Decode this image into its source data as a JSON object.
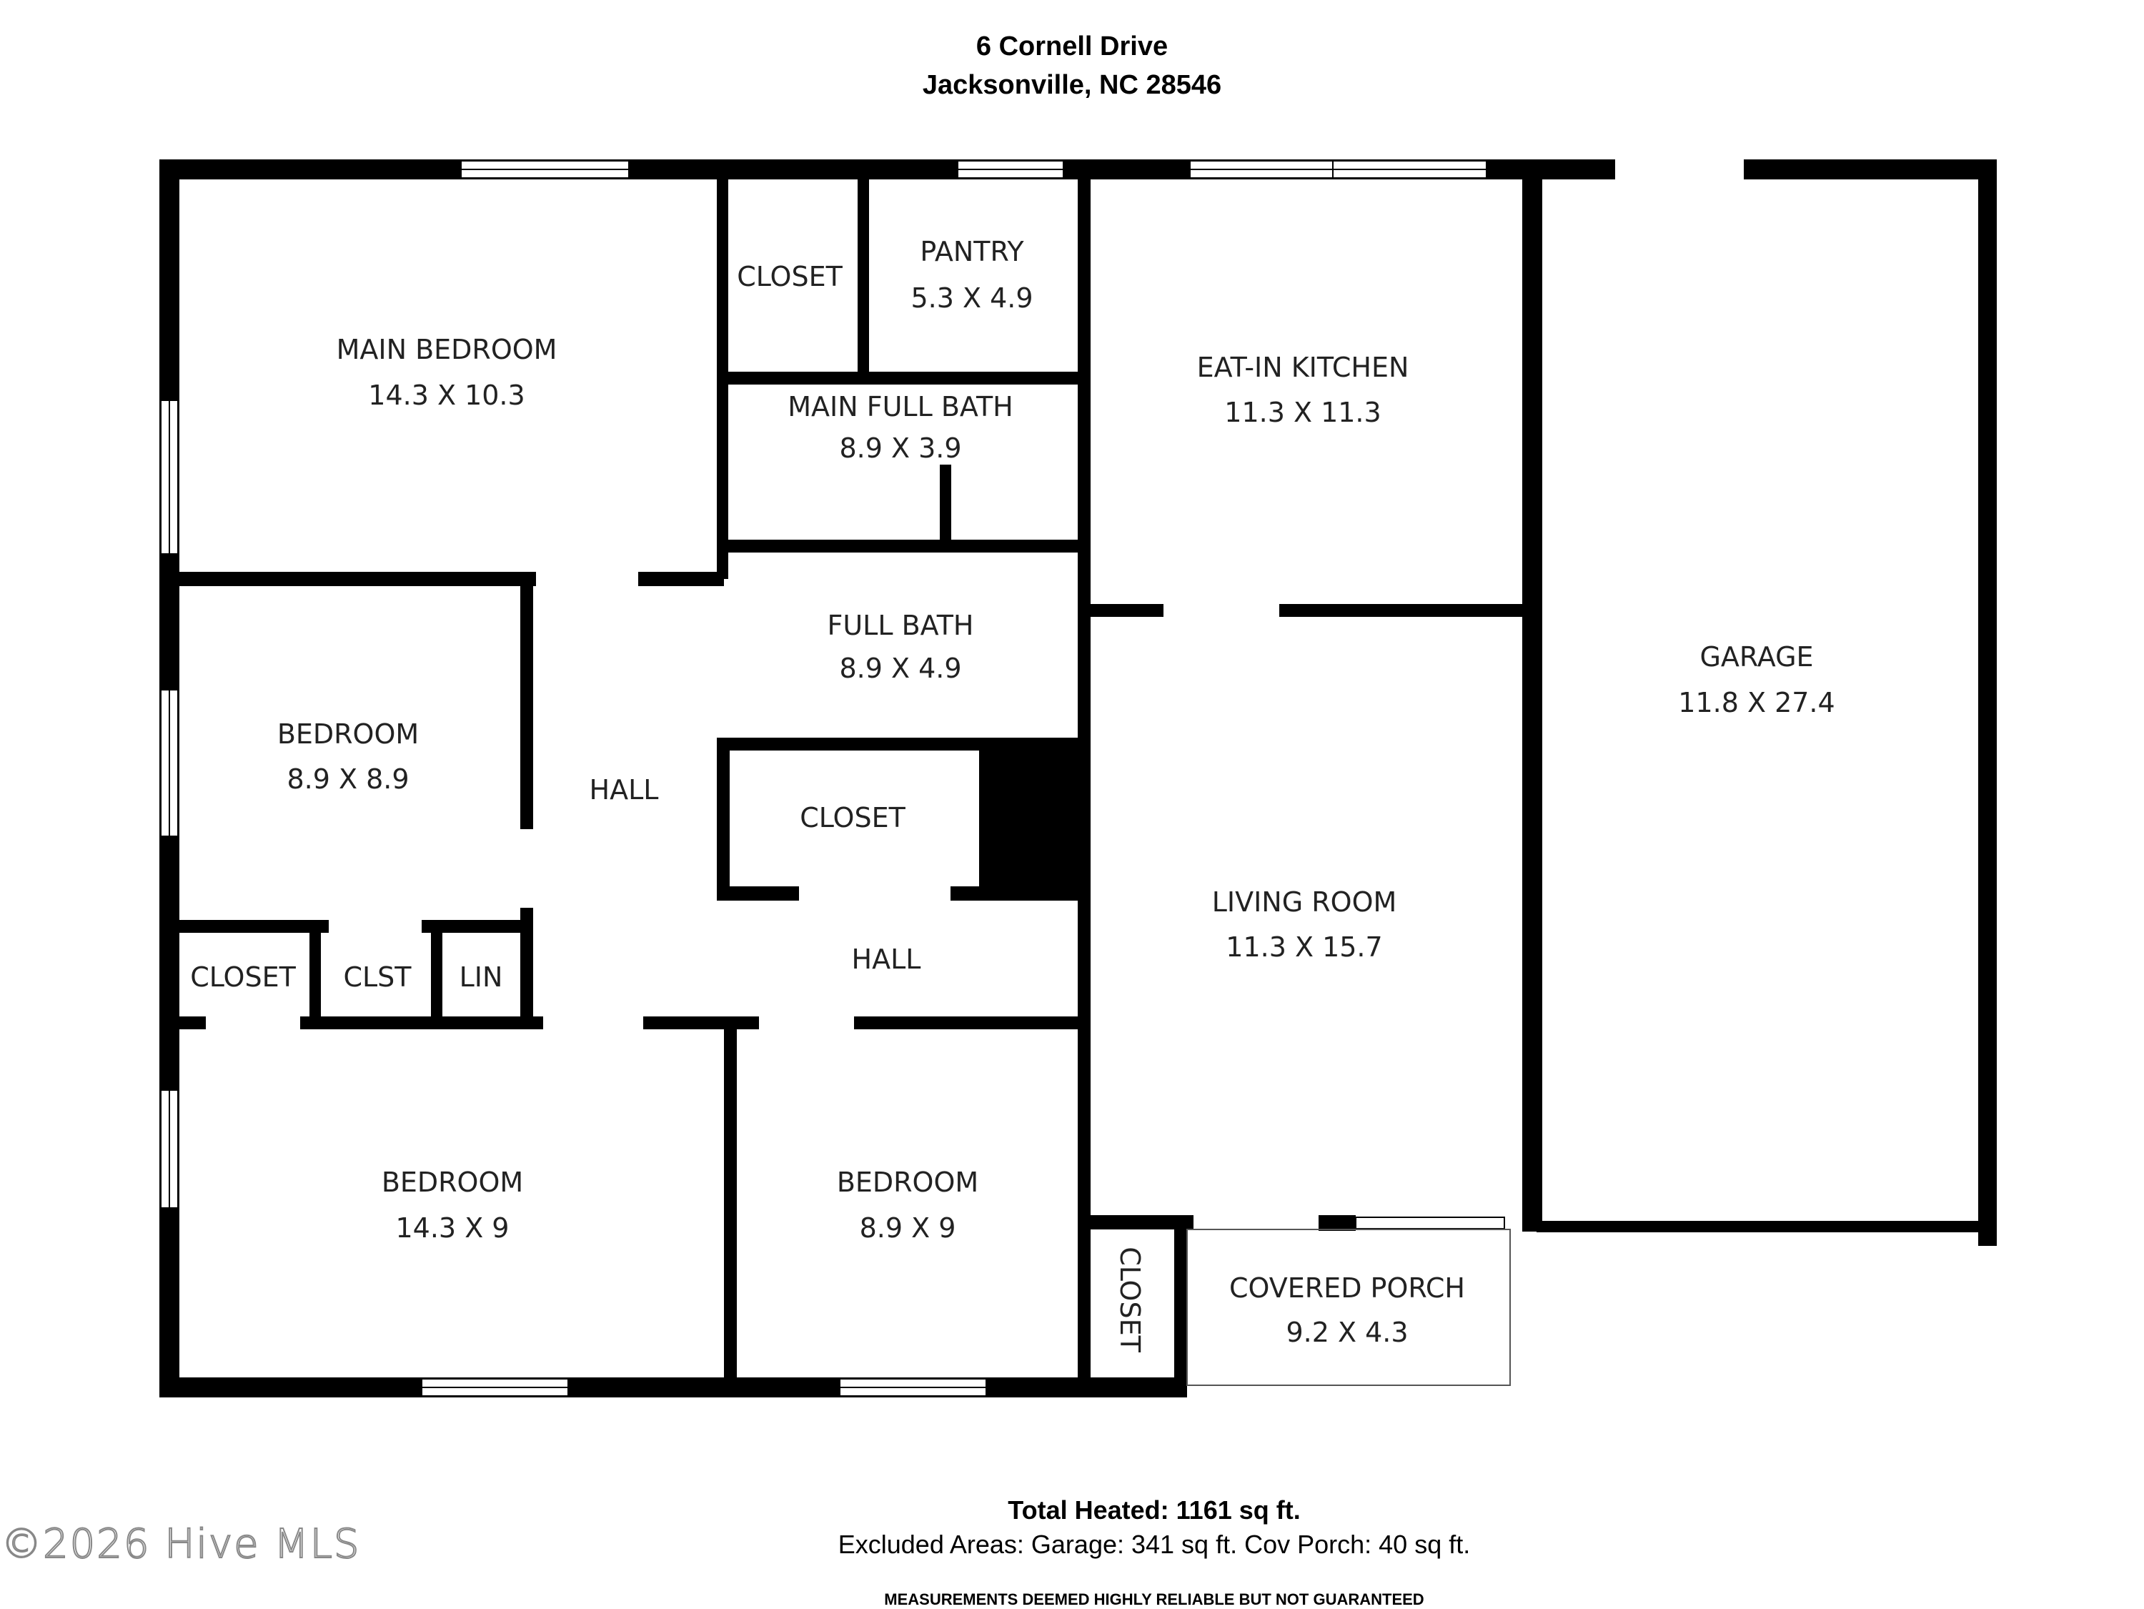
{
  "header": {
    "address_line1": "6 Cornell Drive",
    "address_line2": "Jacksonville, NC 28546"
  },
  "rooms": {
    "main_bedroom": {
      "name": "MAIN BEDROOM",
      "dims": "14.3 X 10.3"
    },
    "closet_main": {
      "name": "CLOSET"
    },
    "pantry": {
      "name": "PANTRY",
      "dims": "5.3 X 4.9"
    },
    "kitchen": {
      "name": "EAT-IN KITCHEN",
      "dims": "11.3 X 11.3"
    },
    "main_bath": {
      "name": "MAIN FULL BATH",
      "dims": "8.9 X 3.9"
    },
    "full_bath": {
      "name": "FULL BATH",
      "dims": "8.9 X 4.9"
    },
    "garage": {
      "name": "GARAGE",
      "dims": "11.8 X 27.4"
    },
    "bedroom_2": {
      "name": "BEDROOM",
      "dims": "8.9 X 8.9"
    },
    "hall_upper": {
      "name": "HALL"
    },
    "closet_hall": {
      "name": "CLOSET"
    },
    "living": {
      "name": "LIVING ROOM",
      "dims": "11.3 X 15.7"
    },
    "closet_left": {
      "name": "CLOSET"
    },
    "clst": {
      "name": "CLST"
    },
    "lin": {
      "name": "LIN"
    },
    "hall_lower": {
      "name": "HALL"
    },
    "bedroom_3": {
      "name": "BEDROOM",
      "dims": "14.3 X 9"
    },
    "bedroom_4": {
      "name": "BEDROOM",
      "dims": "8.9 X 9"
    },
    "closet_small": {
      "name": "CLOSET"
    },
    "porch": {
      "name": "COVERED PORCH",
      "dims": "9.2 X 4.3"
    }
  },
  "footer": {
    "total_label": "Total Heated:",
    "total_value": "1161 sq ft.",
    "excluded": "Excluded Areas: Garage: 341 sq ft. Cov Porch: 40 sq ft.",
    "disclaimer": "MEASUREMENTS DEEMED HIGHLY RELIABLE BUT NOT GUARANTEED"
  },
  "watermark": "©2026 Hive MLS"
}
